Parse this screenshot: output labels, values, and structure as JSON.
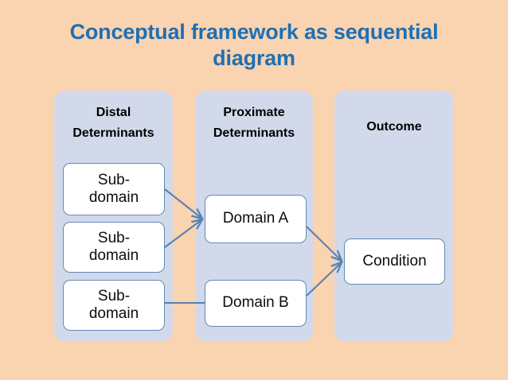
{
  "slide": {
    "title": "Conceptual framework as sequential diagram",
    "background_color": "#FAD3B0",
    "title_color": "#1D70B5"
  },
  "columns": [
    {
      "id": "distal",
      "label": "Distal\nDeterminants",
      "panel_color": "#D2D9EA",
      "nodes": [
        {
          "id": "sub-1",
          "label": "Sub-\ndomain"
        },
        {
          "id": "sub-2",
          "label": "Sub-\ndomain"
        },
        {
          "id": "sub-3",
          "label": "Sub-\ndomain"
        }
      ]
    },
    {
      "id": "proximate",
      "label": "Proximate\nDeterminants",
      "panel_color": "#D2D9EA",
      "nodes": [
        {
          "id": "domain-a",
          "label": "Domain A"
        },
        {
          "id": "domain-b",
          "label": "Domain B"
        }
      ]
    },
    {
      "id": "outcome",
      "label": "Outcome",
      "panel_color": "#D2D9EA",
      "nodes": [
        {
          "id": "condition",
          "label": "Condition"
        }
      ]
    }
  ],
  "connectors": [
    {
      "from": "sub-1",
      "to": "domain-a",
      "arrow": true
    },
    {
      "from": "sub-2",
      "to": "domain-a",
      "arrow": true
    },
    {
      "from": "sub-3",
      "to": "domain-b",
      "arrow": false
    },
    {
      "from": "domain-a",
      "to": "condition",
      "arrow": true
    },
    {
      "from": "domain-b",
      "to": "condition",
      "arrow": true
    }
  ],
  "connector_color": "#5B81AE",
  "node_border_color": "#6389B8",
  "node_fill_color": "#FFFFFF"
}
